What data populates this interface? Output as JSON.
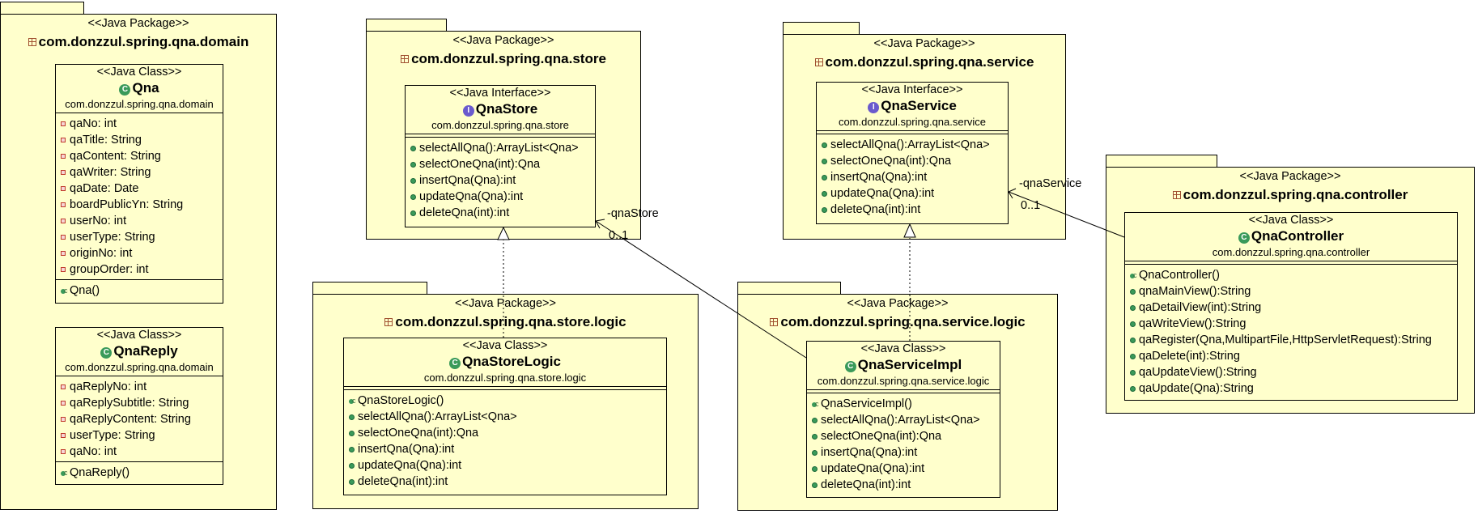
{
  "packages": {
    "domain": {
      "stereotype": "<<Java Package>>",
      "name": "com.donzzul.spring.qna.domain"
    },
    "store": {
      "stereotype": "<<Java Package>>",
      "name": "com.donzzul.spring.qna.store"
    },
    "service": {
      "stereotype": "<<Java Package>>",
      "name": "com.donzzul.spring.qna.service"
    },
    "controller": {
      "stereotype": "<<Java Package>>",
      "name": "com.donzzul.spring.qna.controller"
    },
    "store_logic": {
      "stereotype": "<<Java Package>>",
      "name": "com.donzzul.spring.qna.store.logic"
    },
    "service_logic": {
      "stereotype": "<<Java Package>>",
      "name": "com.donzzul.spring.qna.service.logic"
    }
  },
  "classes": {
    "qna": {
      "stereotype": "<<Java Class>>",
      "name": "Qna",
      "package": "com.donzzul.spring.qna.domain",
      "attributes": [
        "qaNo: int",
        "qaTitle: String",
        "qaContent: String",
        "qaWriter: String",
        "qaDate: Date",
        "boardPublicYn: String",
        "userNo: int",
        "userType: String",
        "originNo: int",
        "groupOrder: int"
      ],
      "operations": [
        "Qna()"
      ]
    },
    "qna_reply": {
      "stereotype": "<<Java Class>>",
      "name": "QnaReply",
      "package": "com.donzzul.spring.qna.domain",
      "attributes": [
        "qaReplyNo: int",
        "qaReplySubtitle: String",
        "qaReplyContent: String",
        "userType: String",
        "qaNo: int"
      ],
      "operations": [
        "QnaReply()"
      ]
    },
    "qna_store": {
      "stereotype": "<<Java Interface>>",
      "name": "QnaStore",
      "package": "com.donzzul.spring.qna.store",
      "operations": [
        "selectAllQna():ArrayList<Qna>",
        "selectOneQna(int):Qna",
        "insertQna(Qna):int",
        "updateQna(Qna):int",
        "deleteQna(int):int"
      ]
    },
    "qna_service": {
      "stereotype": "<<Java Interface>>",
      "name": "QnaService",
      "package": "com.donzzul.spring.qna.service",
      "operations": [
        "selectAllQna():ArrayList<Qna>",
        "selectOneQna(int):Qna",
        "insertQna(Qna):int",
        "updateQna(Qna):int",
        "deleteQna(int):int"
      ]
    },
    "qna_store_logic": {
      "stereotype": "<<Java Class>>",
      "name": "QnaStoreLogic",
      "package": "com.donzzul.spring.qna.store.logic",
      "operations": [
        "QnaStoreLogic()",
        "selectAllQna():ArrayList<Qna>",
        "selectOneQna(int):Qna",
        "insertQna(Qna):int",
        "updateQna(Qna):int",
        "deleteQna(int):int"
      ]
    },
    "qna_service_impl": {
      "stereotype": "<<Java Class>>",
      "name": "QnaServiceImpl",
      "package": "com.donzzul.spring.qna.service.logic",
      "operations": [
        "QnaServiceImpl()",
        "selectAllQna():ArrayList<Qna>",
        "selectOneQna(int):Qna",
        "insertQna(Qna):int",
        "updateQna(Qna):int",
        "deleteQna(int):int"
      ]
    },
    "qna_controller": {
      "stereotype": "<<Java Class>>",
      "name": "QnaController",
      "package": "com.donzzul.spring.qna.controller",
      "operations": [
        "QnaController()",
        "qnaMainView():String",
        "qaDetailView(int):String",
        "qaWriteView():String",
        "qaRegister(Qna,MultipartFile,HttpServletRequest):String",
        "qaDelete(int):String",
        "qaUpdateView():String",
        "qaUpdate(Qna):String"
      ]
    }
  },
  "associations": {
    "store_role": "-qnaStore",
    "store_mult": "0..1",
    "service_role": "-qnaService",
    "service_mult": "0..1"
  }
}
